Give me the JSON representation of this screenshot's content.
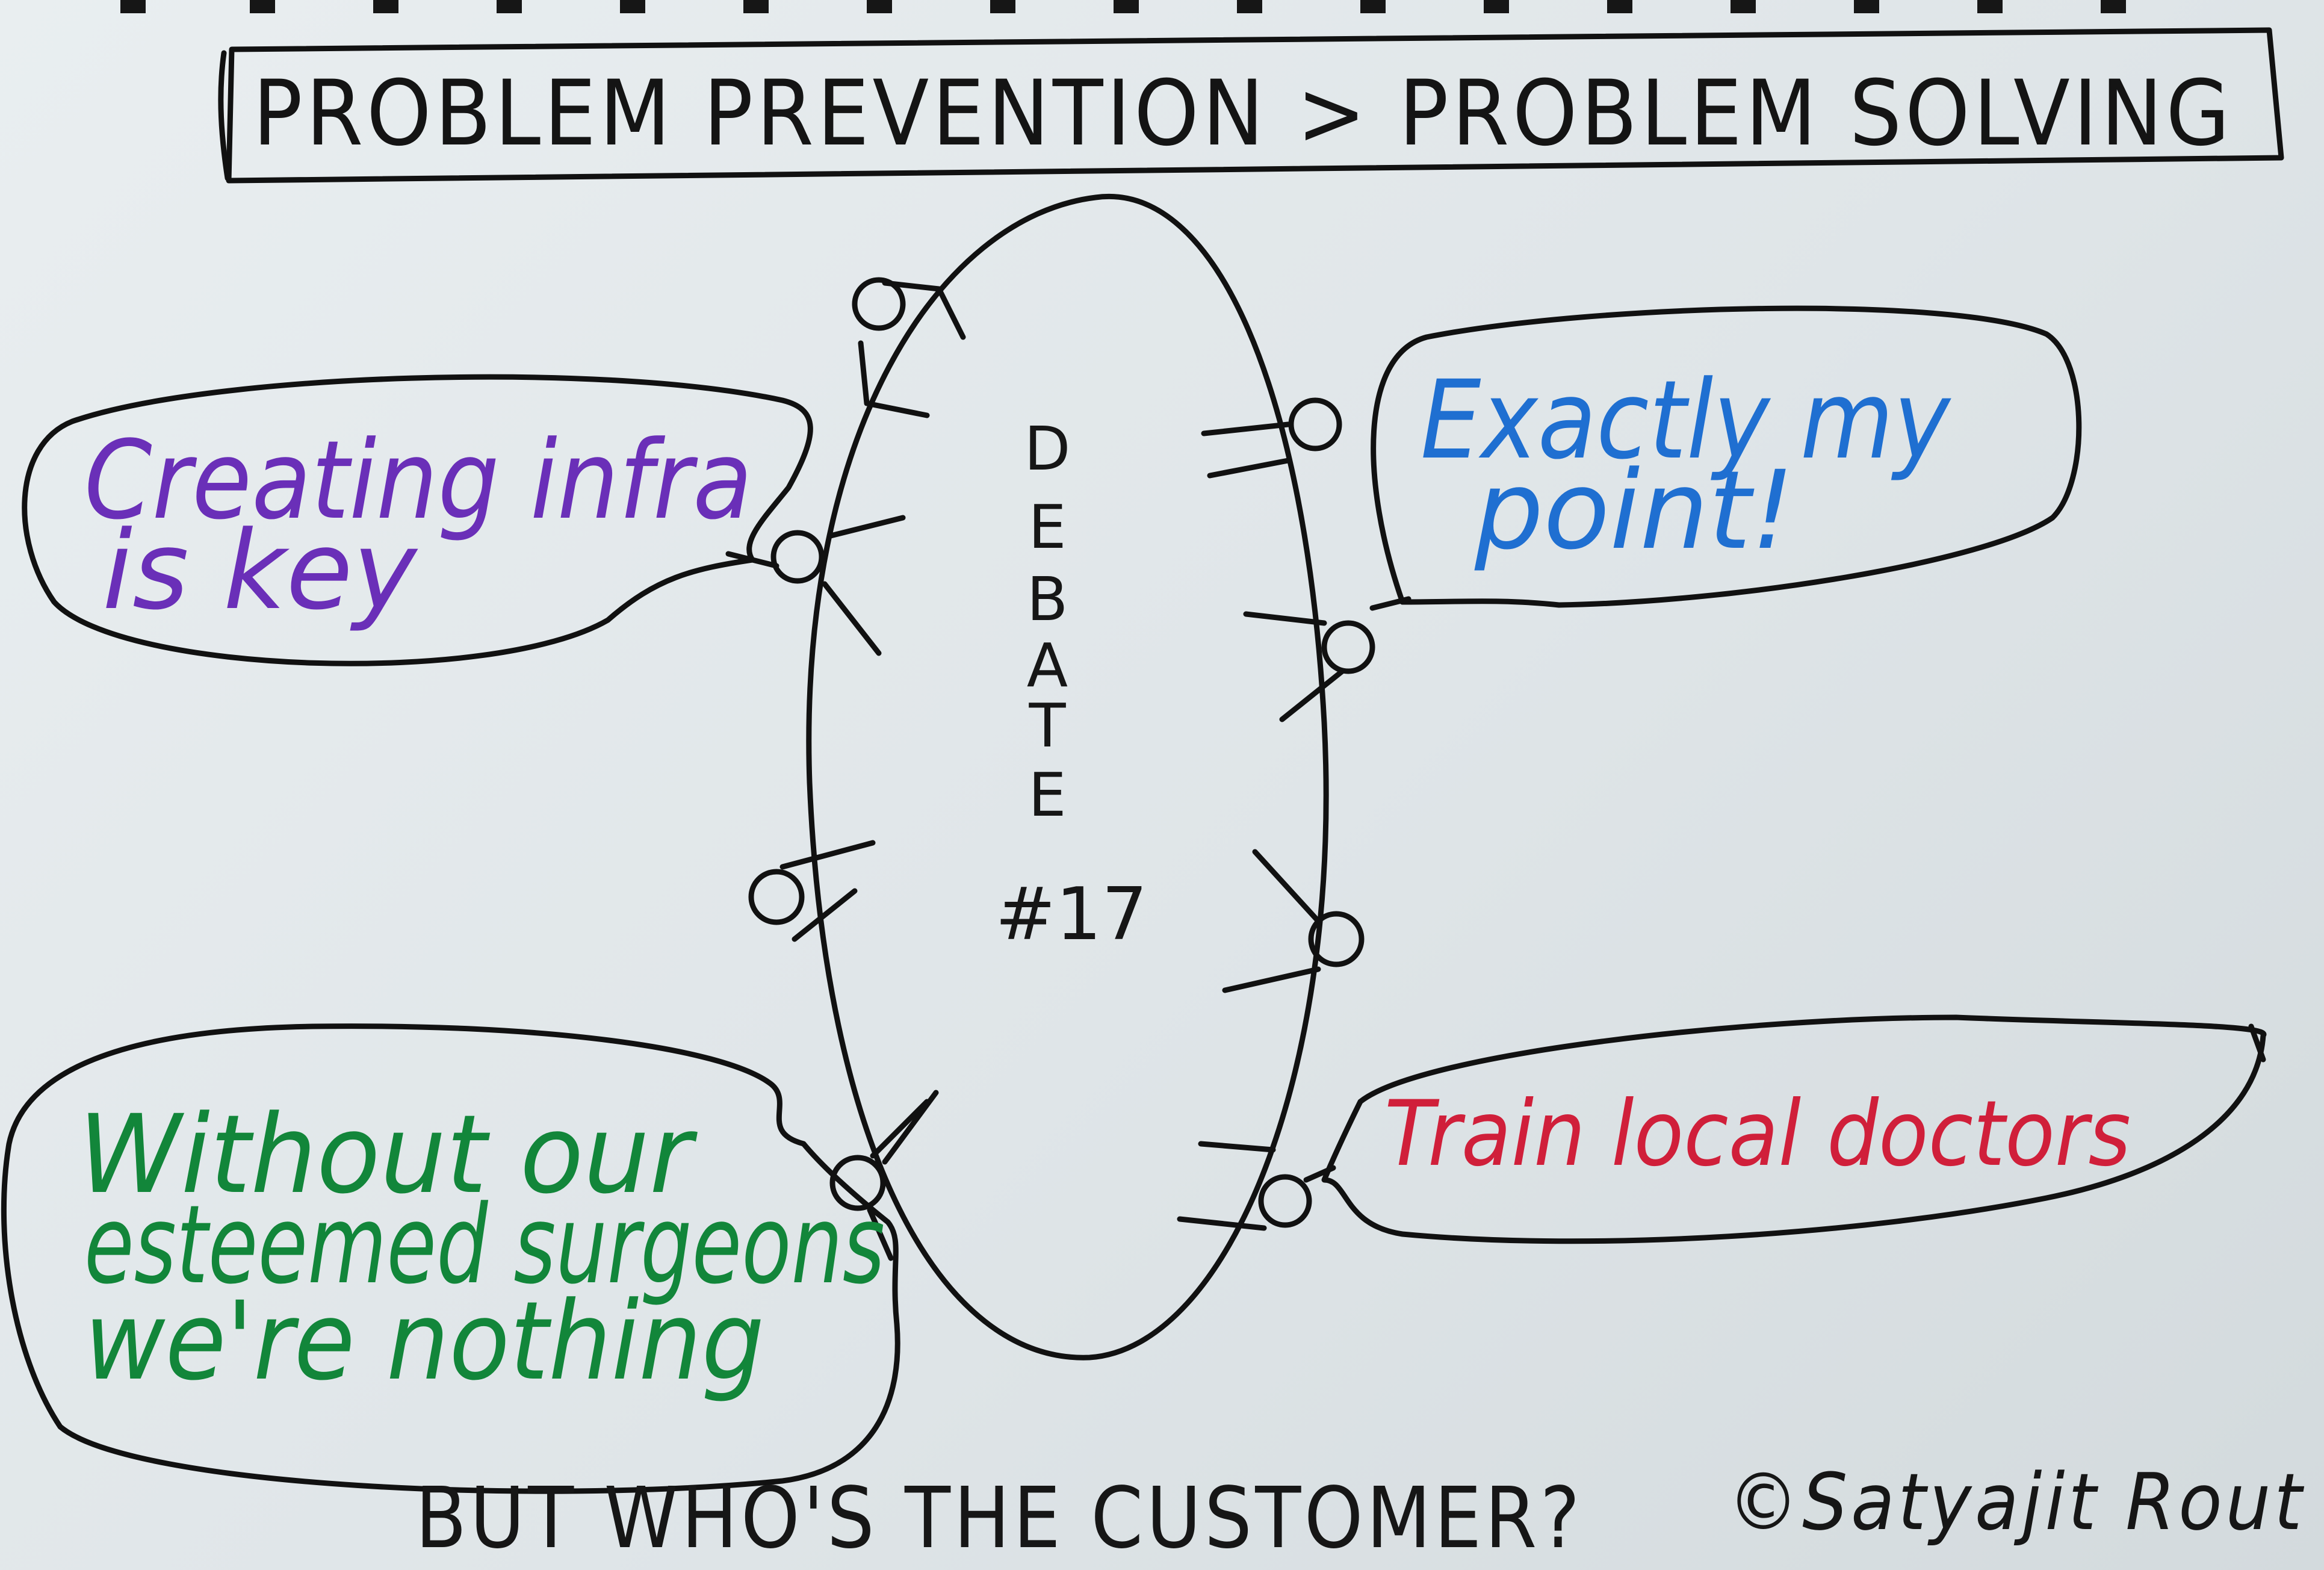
{
  "title": "PROBLEM PREVENTION > PROBLEM SOLVING",
  "debate": {
    "letters": [
      "D",
      "E",
      "B",
      "A",
      "T",
      "E"
    ],
    "number": "#17"
  },
  "bubbles": {
    "purple": {
      "line1": "Creating infra",
      "line2": "is key",
      "color": "#6a2fb8"
    },
    "blue": {
      "line1": "Exactly my",
      "line2": "point!",
      "color": "#1f6fd1"
    },
    "green": {
      "line1": "Without our",
      "line2": "esteemed surgeons",
      "line3": "we're nothing",
      "color": "#12863a"
    },
    "red": {
      "line1": "Train local doctors",
      "color": "#d01f3a"
    }
  },
  "footer": {
    "question": "BUT WHO'S THE CUSTOMER?",
    "signature": "©Satyajit Rout"
  }
}
